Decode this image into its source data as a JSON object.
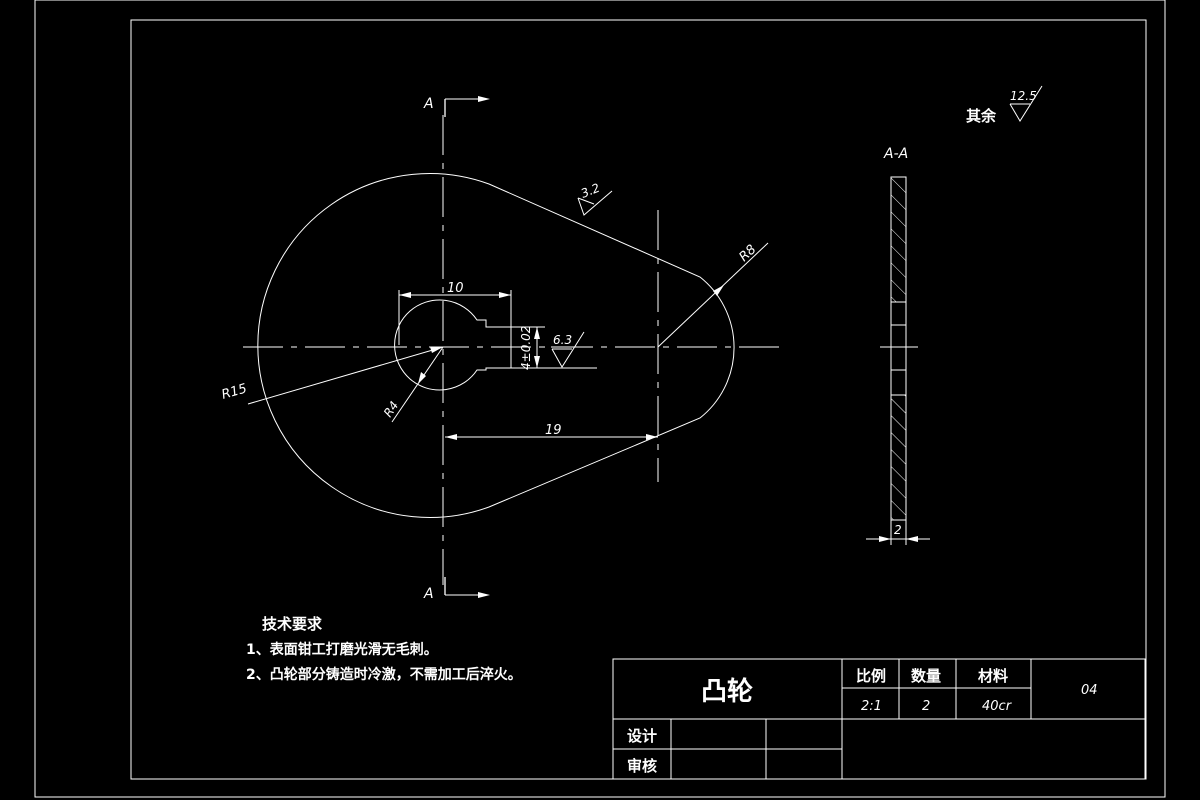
{
  "section_marks": {
    "top": "A",
    "bottom": "A",
    "view_label": "A-A"
  },
  "roughness": {
    "other_label": "其余",
    "other_value": "12.5",
    "outer_profile": "3.2",
    "keyway": "6.3"
  },
  "dimensions": {
    "bore_width": "10",
    "keyway_depth": "4±0.02",
    "center_distance": "19",
    "large_radius": "R15",
    "small_radius": "R8",
    "bore_radius": "R4",
    "thickness": "2"
  },
  "technical_requirements": {
    "title": "技术要求",
    "items": [
      "1、表面钳工打磨光滑无毛刺。",
      "2、凸轮部分铸造时冷激，不需加工后淬火。"
    ]
  },
  "title_block": {
    "part_name": "凸轮",
    "headers": {
      "scale": "比例",
      "quantity": "数量",
      "material": "材料"
    },
    "values": {
      "scale": "2:1",
      "quantity": "2",
      "material": "40cr"
    },
    "drawing_number": "04",
    "design_label": "设计",
    "review_label": "审核"
  }
}
